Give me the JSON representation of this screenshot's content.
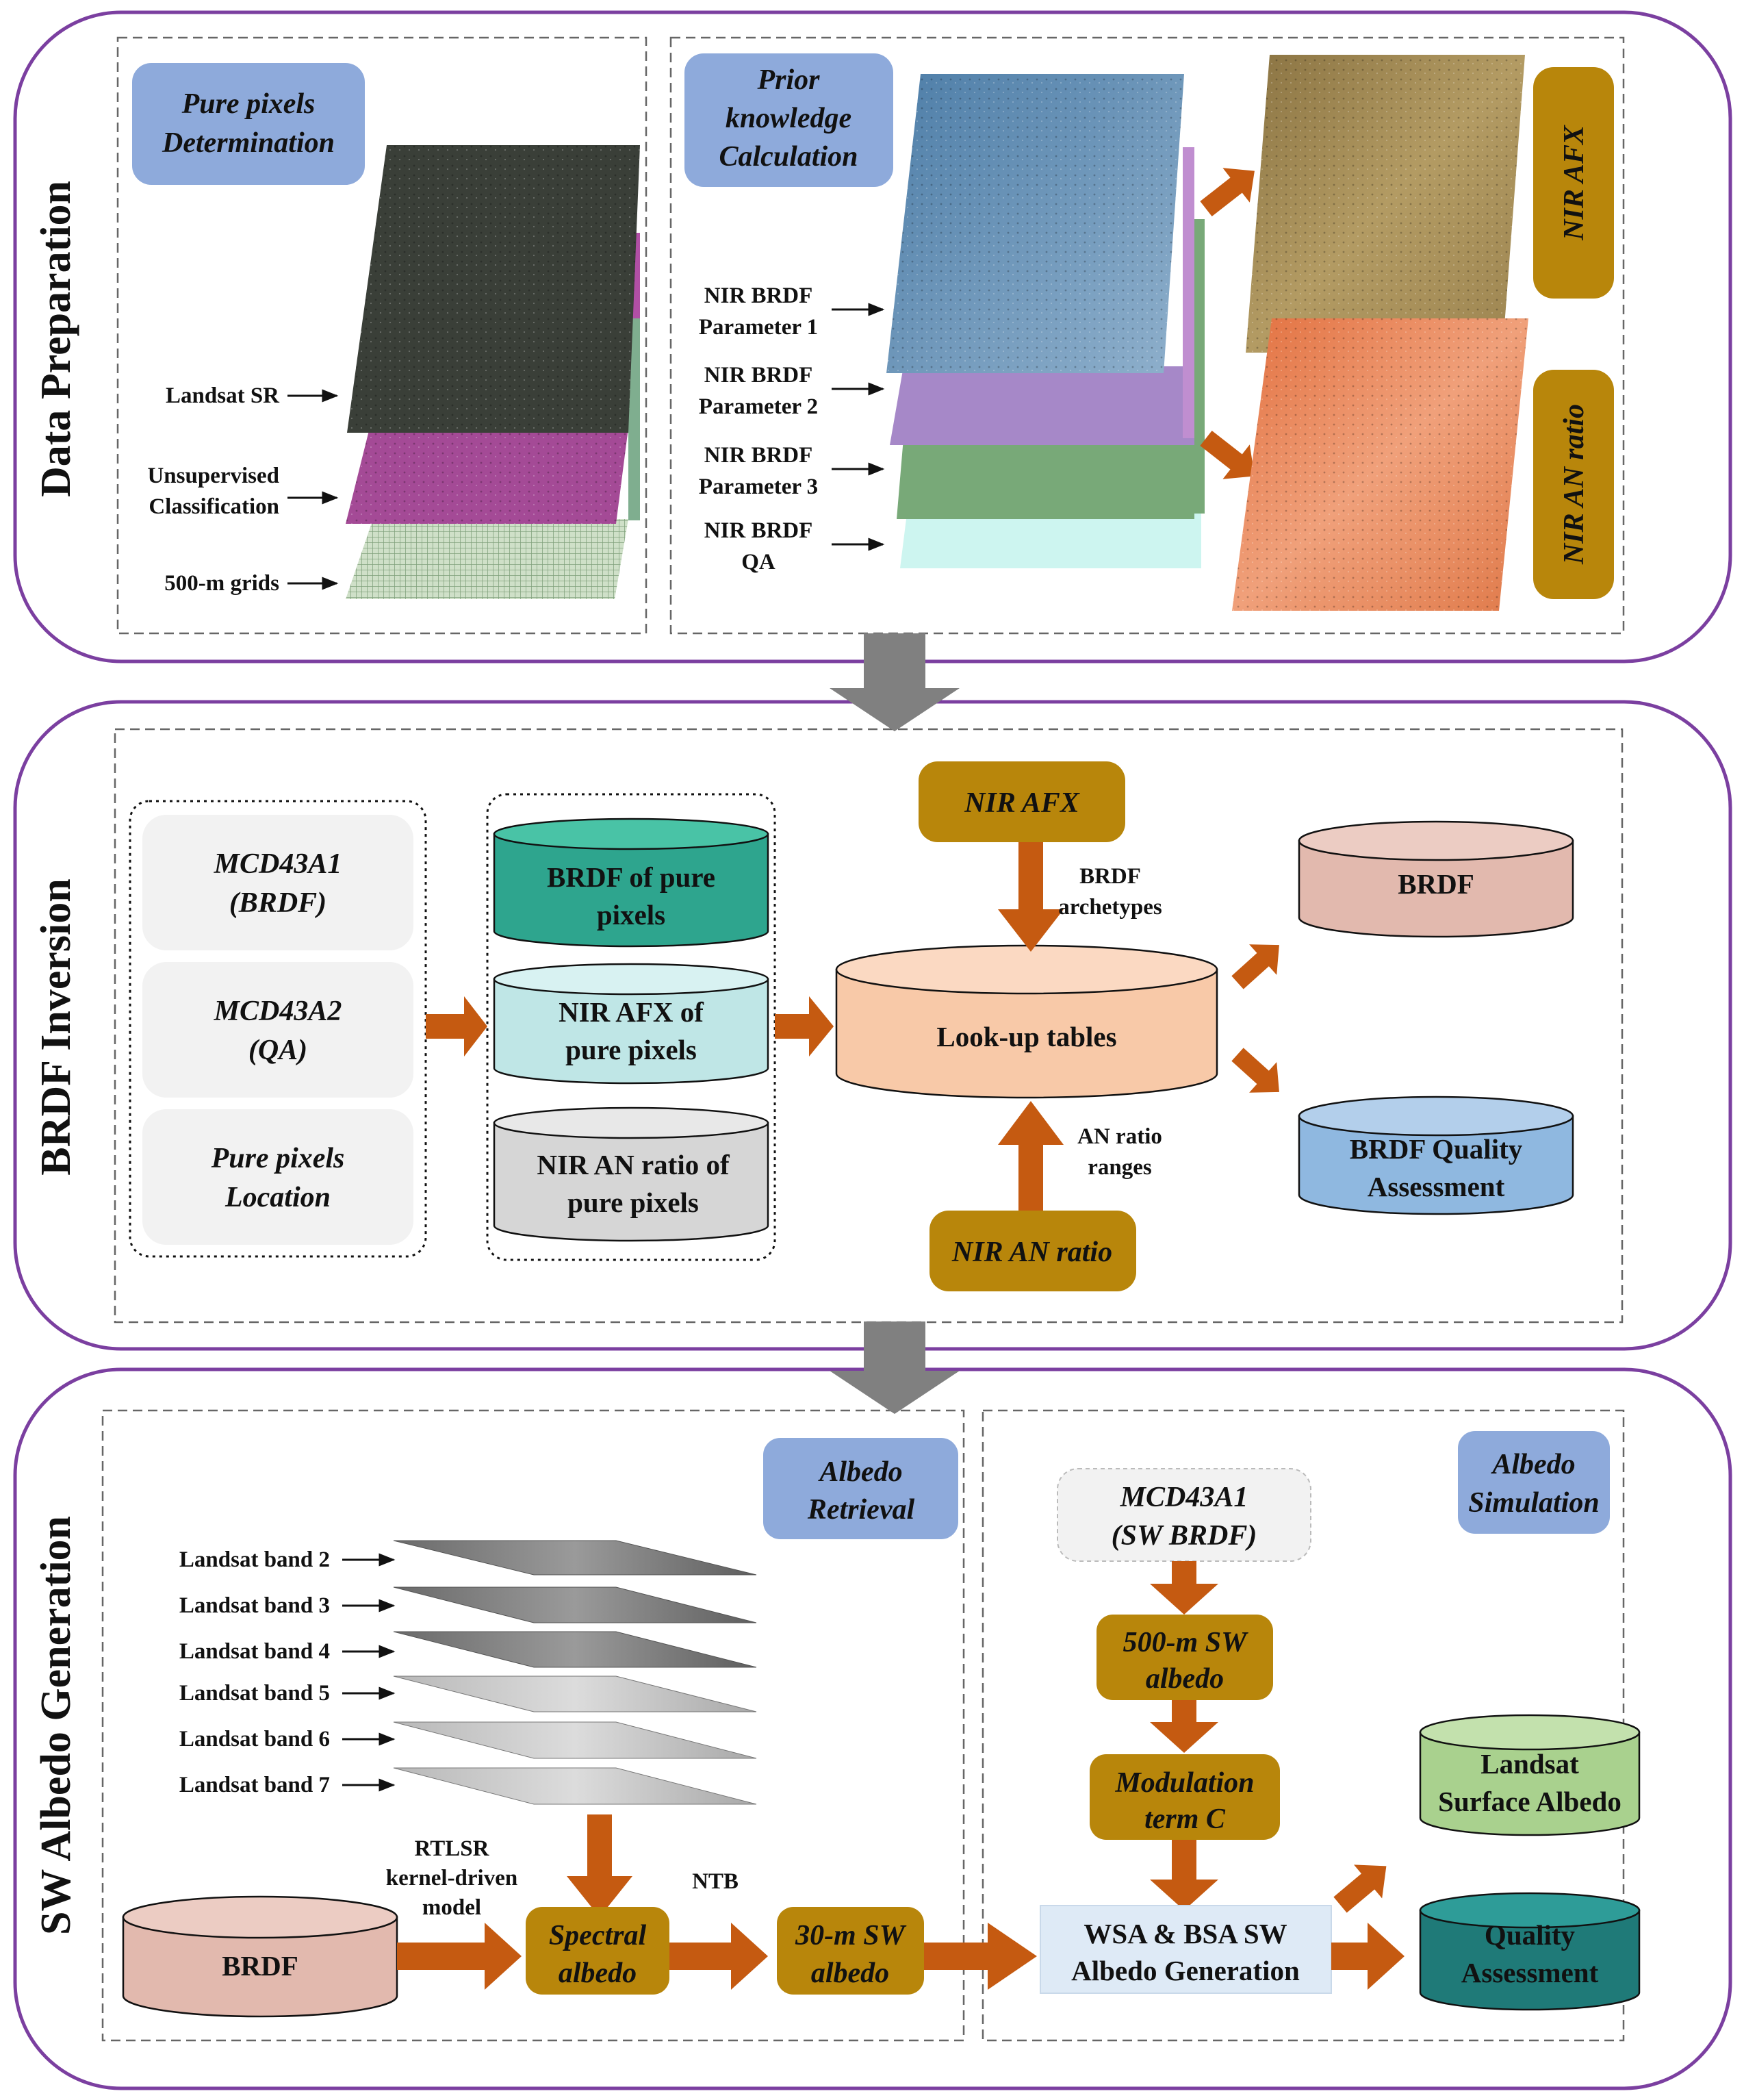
{
  "sections": {
    "data_preparation": "Data Preparation",
    "brdf_inversion": "BRDF Inversion",
    "sw_albedo_generation": "SW Albedo Generation"
  },
  "prep": {
    "pure_pixels_determination": [
      "Pure pixels",
      "Determination"
    ],
    "landsat_sr": "Landsat SR",
    "unsupervised": [
      "Unsupervised",
      "Classification"
    ],
    "grids": "500-m grids",
    "prior_knowledge": [
      "Prior",
      "knowledge",
      "Calculation"
    ],
    "param1": [
      "NIR BRDF",
      "Parameter 1"
    ],
    "param2": [
      "NIR BRDF",
      "Parameter 2"
    ],
    "param3": [
      "NIR BRDF",
      "Parameter 3"
    ],
    "qa": [
      "NIR BRDF",
      "QA"
    ],
    "nir_afx": "NIR AFX",
    "nir_an_ratio": "NIR AN ratio"
  },
  "inversion": {
    "mcd43a1": [
      "MCD43A1",
      "(BRDF)"
    ],
    "mcd43a2": [
      "MCD43A2",
      "(QA)"
    ],
    "pure_location": [
      "Pure pixels",
      "Location"
    ],
    "brdf_pure": [
      "BRDF of pure",
      "pixels"
    ],
    "afx_pure": [
      "NIR AFX of",
      "pure pixels"
    ],
    "an_pure": [
      "NIR AN ratio of",
      "pure pixels"
    ],
    "nir_afx": "NIR AFX",
    "brdf_archetypes": [
      "BRDF",
      "archetypes"
    ],
    "lut": "Look-up tables",
    "an_ratio_ranges": [
      "AN ratio",
      "ranges"
    ],
    "nir_an_ratio": "NIR AN ratio",
    "brdf_out": "BRDF",
    "quality_assessment": [
      "BRDF Quality",
      "Assessment"
    ]
  },
  "albedo": {
    "albedo_retrieval": [
      "Albedo",
      "Retrieval"
    ],
    "bands": [
      "Landsat band 2",
      "Landsat band 3",
      "Landsat band 4",
      "Landsat band 5",
      "Landsat band 6",
      "Landsat band 7"
    ],
    "rtlsr": [
      "RTLSR",
      "kernel-driven",
      "model"
    ],
    "brdf": "BRDF",
    "spectral_albedo": [
      "Spectral",
      "albedo"
    ],
    "ntb": "NTB",
    "sw30": [
      "30-m SW",
      "albedo"
    ],
    "albedo_simulation": [
      "Albedo",
      "Simulation"
    ],
    "mcd43a1_sw": [
      "MCD43A1",
      "(SW BRDF)"
    ],
    "sw500": [
      "500-m SW",
      "albedo"
    ],
    "modulation": [
      "Modulation",
      "term C"
    ],
    "wsa_bsa": [
      "WSA & BSA SW",
      "Albedo Generation"
    ],
    "landsat_surface_albedo": [
      "Landsat",
      "Surface Albedo"
    ],
    "quality_assessment": [
      "Quality",
      "Assessment"
    ]
  },
  "colors": {
    "section_border": "#7b3fa0",
    "gold_box": "#b8860b",
    "blue_label": "#8eaadb",
    "orange_arrow": "#c55a11",
    "grey_arrow": "#808080",
    "brdf_pure_cylinder": "#2ea58e",
    "afx_pure_cylinder": "#bfe6e6",
    "an_pure_cylinder": "#d6d6d6",
    "lut_cylinder": "#f8c9a8",
    "brdf_out_cylinder": "#e2b9ae",
    "qa_cylinder": "#8fb8e0",
    "surface_albedo_cylinder": "#a9d18e",
    "quality_cylinder": "#1f7a78"
  }
}
